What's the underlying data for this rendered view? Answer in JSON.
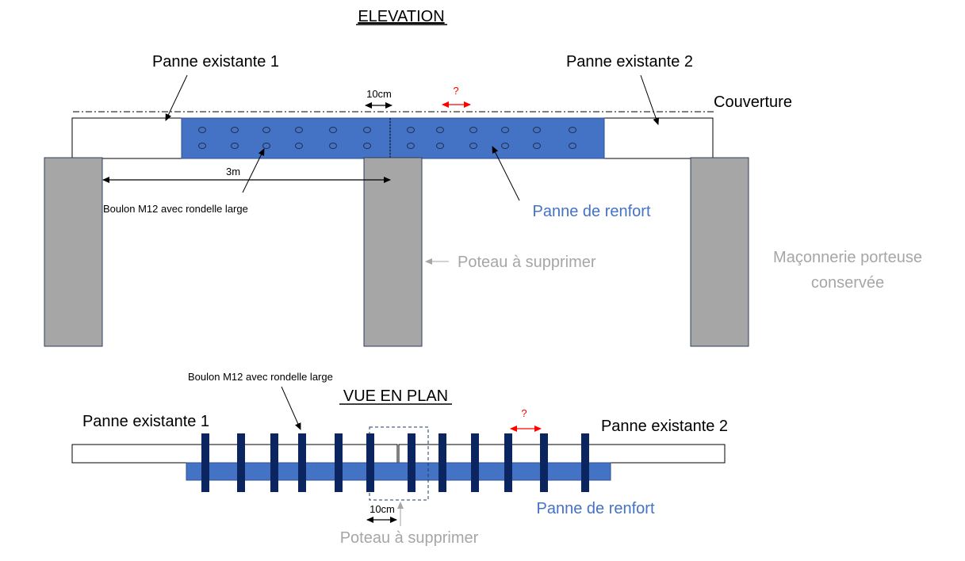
{
  "colors": {
    "reinforcement": "#4472C4",
    "reinforcement_text": "#4472C4",
    "bolt_plan": "#0B2560",
    "masonry": "#A6A6A6",
    "grey_text": "#A6A6A6",
    "line": "#000000",
    "question": "#FF0000"
  },
  "elevation": {
    "title": "ELEVATION",
    "beam1_label": "Panne existante 1",
    "beam2_label": "Panne existante 2",
    "roof_label": "Couverture",
    "dim_10cm": "10cm",
    "dim_question": "?",
    "dim_3m": "3m",
    "bolt_label": "Boulon M12 avec rondelle large",
    "reinforcement_label": "Panne de renfort",
    "post_label": "Poteau à supprimer",
    "masonry_label_line1": "Maçonnerie porteuse",
    "masonry_label_line2": "conservée"
  },
  "plan": {
    "title": "VUE EN PLAN",
    "bolt_label": "Boulon M12 avec rondelle large",
    "beam1_label": "Panne existante 1",
    "beam2_label": "Panne existante 2",
    "dim_question": "?",
    "dim_10cm": "10cm",
    "reinforcement_label": "Panne de renfort",
    "post_label": "Poteau à supprimer"
  }
}
